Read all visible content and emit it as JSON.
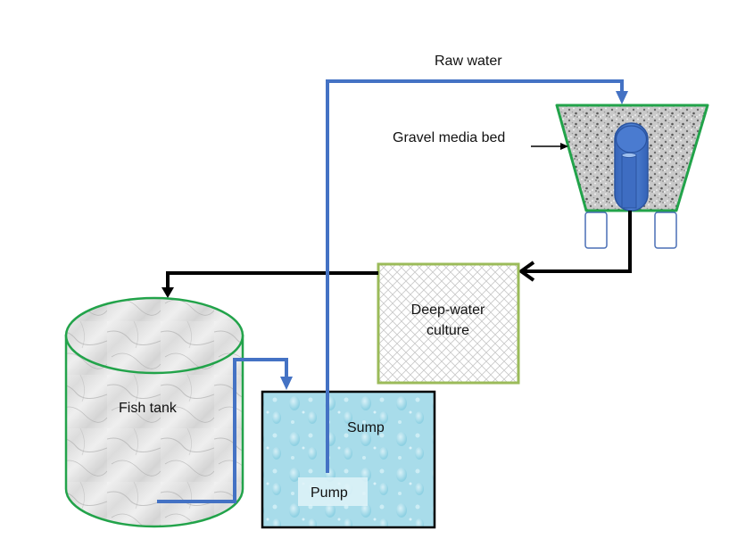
{
  "diagram": {
    "title": "Aquaponics system flow",
    "labels": {
      "raw_water": "Raw water",
      "gravel_media_bed": "Gravel media bed",
      "deep_water_culture_line1": "Deep-water",
      "deep_water_culture_line2": "culture",
      "fish_tank": "Fish tank",
      "sump": "Sump",
      "pump": "Pump"
    },
    "colors": {
      "water_pipe": "#4472c4",
      "drain_pipe": "#000000",
      "tank_outline": "#22a34a",
      "dwc_outline": "#9bbb59",
      "sump_fill": "#a8dcea",
      "sump_outline": "#000000",
      "siphon": "#3f6fc4"
    },
    "components": [
      {
        "id": "gravel-media-bed",
        "label": "Gravel media bed"
      },
      {
        "id": "bell-siphon",
        "label": ""
      },
      {
        "id": "deep-water-culture",
        "label": "Deep-water culture"
      },
      {
        "id": "fish-tank",
        "label": "Fish tank"
      },
      {
        "id": "sump",
        "label": "Sump"
      },
      {
        "id": "pump",
        "label": "Pump"
      }
    ],
    "flows": [
      {
        "from": "pump",
        "to": "gravel-media-bed",
        "label": "Raw water",
        "type": "water"
      },
      {
        "from": "gravel-media-bed",
        "to": "deep-water-culture",
        "type": "drain"
      },
      {
        "from": "deep-water-culture",
        "to": "fish-tank",
        "type": "drain"
      },
      {
        "from": "fish-tank",
        "to": "sump",
        "type": "water"
      }
    ]
  }
}
